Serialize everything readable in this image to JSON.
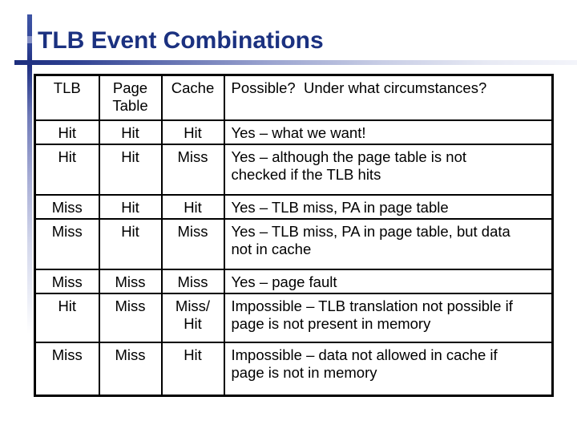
{
  "slide": {
    "title": "TLB Event Combinations"
  },
  "table": {
    "headers": {
      "tlb": "TLB",
      "page_table": "Page Table",
      "cache": "Cache",
      "possible": "Possible?  Under what circumstances?"
    },
    "rows": [
      {
        "tlb": "Hit",
        "page_table": "Hit",
        "cache": "Hit",
        "possible": "Yes – what we want!"
      },
      {
        "tlb": "Hit",
        "page_table": "Hit",
        "cache": "Miss",
        "possible": "Yes – although the page table is not\nchecked if the TLB hits"
      },
      {
        "tlb": "Miss",
        "page_table": "Hit",
        "cache": "Hit",
        "possible": "Yes – TLB miss, PA in page table"
      },
      {
        "tlb": "Miss",
        "page_table": "Hit",
        "cache": "Miss",
        "possible": "Yes – TLB miss, PA in page table, but data\nnot in cache"
      },
      {
        "tlb": "Miss",
        "page_table": "Miss",
        "cache": "Miss",
        "possible": "Yes – page fault"
      },
      {
        "tlb": "Hit",
        "page_table": "Miss",
        "cache": "Miss/\nHit",
        "possible": "Impossible – TLB translation not possible if\npage is not present in memory"
      },
      {
        "tlb": "Miss",
        "page_table": "Miss",
        "cache": "Hit",
        "possible": "Impossible – data not allowed in cache if\npage is not in memory"
      }
    ]
  },
  "colors": {
    "title_text": "#1b3180",
    "accent_dark_blue": "#1d2e7d",
    "accent_light_blue": "#e8eaf4",
    "table_border": "#000000",
    "cell_text": "#000000",
    "background": "#ffffff"
  }
}
